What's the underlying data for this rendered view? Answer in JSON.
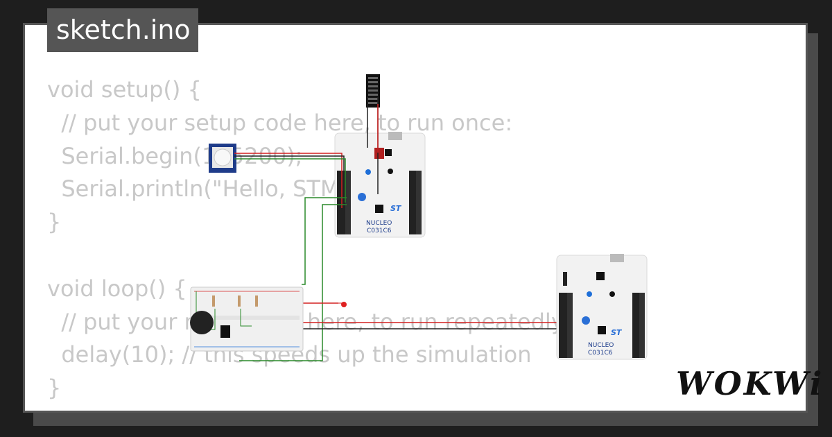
{
  "tab": {
    "filename": "sketch.ino"
  },
  "code": {
    "lines": [
      "void setup() {",
      "  // put your setup code here, to run once:",
      "  Serial.begin(115200);",
      "  Serial.println(\"Hello, STM32!\");",
      "}",
      "",
      "void loop() {",
      "  // put your main code here, to run repeatedly:",
      "  delay(10); // this speeds up the simulation",
      "}"
    ]
  },
  "boards": [
    {
      "label_line1": "NUCLEO",
      "label_line2": "C031C6"
    },
    {
      "label_line1": "NUCLEO",
      "label_line2": "C031C6"
    }
  ],
  "brand": {
    "logo": "WOKWi"
  },
  "colors": {
    "wire_green": "#2a8a2a",
    "wire_red": "#d42020",
    "wire_black": "#222222",
    "led_red": "#e02020",
    "button_blue": "#1e6fd8",
    "st_blue": "#2a6fd6"
  }
}
